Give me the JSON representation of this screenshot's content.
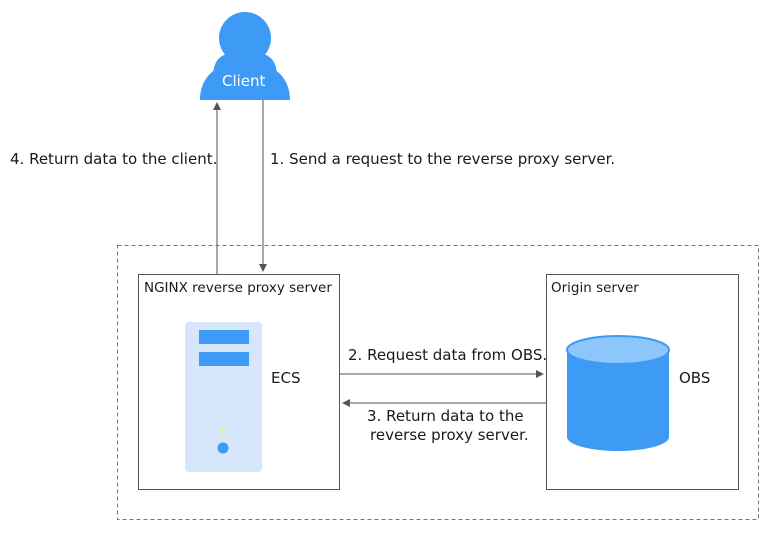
{
  "client": {
    "label": "Client"
  },
  "steps": {
    "step1": "1. Send a request to the reverse proxy server.",
    "step2": "2. Request data from OBS.",
    "step3_line1": "3. Return data to the",
    "step3_line2": "reverse proxy server.",
    "step4": "4. Return data to the client."
  },
  "proxy_box": {
    "title": "NGINX reverse proxy server",
    "component": "ECS"
  },
  "origin_box": {
    "title": "Origin server",
    "component": "OBS"
  },
  "colors": {
    "brand_blue": "#3d9af5",
    "server_body": "#d6e6fb",
    "server_slot": "#3d9af5",
    "server_led": "#d9f0a8",
    "cylinder_top": "#8cc6fa",
    "line": "#555555",
    "dashed": "#777777"
  },
  "icons": [
    "user-icon",
    "server-icon",
    "database-icon"
  ]
}
